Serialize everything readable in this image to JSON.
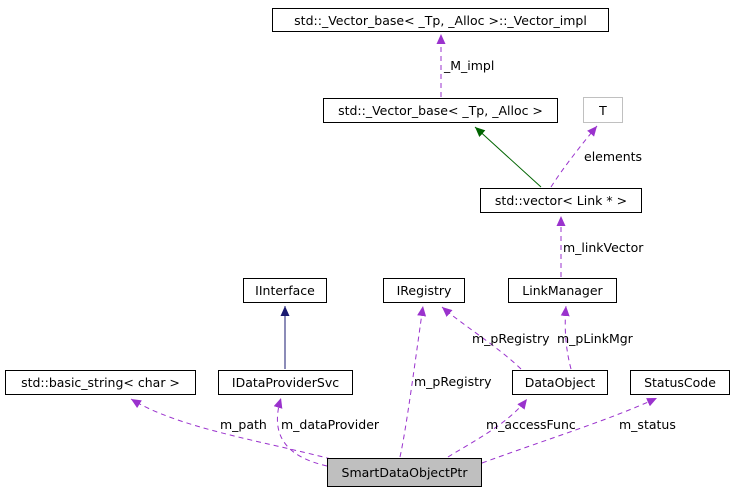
{
  "diagram": {
    "type": "collaboration-graph",
    "current_class": "SmartDataObjectPtr",
    "colors": {
      "member_edge": "#9a32cd",
      "template_edge": "#006400",
      "inheritance_edge": "#191970",
      "node_border": "#000000",
      "undocumented_node_border": "#c0c0c0",
      "current_node_fill": "#bfbfbf",
      "background": "#ffffff"
    },
    "nodes": [
      {
        "id": "vector-impl",
        "label": "std::_Vector_base< _Tp, _Alloc >::_Vector_impl"
      },
      {
        "id": "vector-base",
        "label": "std::_Vector_base< _Tp, _Alloc >"
      },
      {
        "id": "t",
        "label": "T"
      },
      {
        "id": "vector-link",
        "label": "std::vector< Link * >"
      },
      {
        "id": "iinterface",
        "label": "IInterface"
      },
      {
        "id": "iregistry",
        "label": "IRegistry"
      },
      {
        "id": "linkmanager",
        "label": "LinkManager"
      },
      {
        "id": "basic-string",
        "label": "std::basic_string< char >"
      },
      {
        "id": "idataprovidersvc",
        "label": "IDataProviderSvc"
      },
      {
        "id": "dataobject",
        "label": "DataObject"
      },
      {
        "id": "statuscode",
        "label": "StatusCode"
      },
      {
        "id": "smartdataobjectptr",
        "label": "SmartDataObjectPtr"
      }
    ],
    "edge_labels": [
      {
        "edge": "vector-base-to-vector-impl",
        "text": "_M_impl"
      },
      {
        "edge": "vector-link-to-t",
        "text": "elements"
      },
      {
        "edge": "linkmanager-to-vector-link",
        "text": "m_linkVector"
      },
      {
        "edge": "dataobject-to-iregistry",
        "text": "m_pRegistry"
      },
      {
        "edge": "dataobject-to-linkmanager",
        "text": "m_pLinkMgr"
      },
      {
        "edge": "smart-to-iregistry",
        "text": "m_pRegistry"
      },
      {
        "edge": "smart-to-basic-string",
        "text": "m_path"
      },
      {
        "edge": "smart-to-idataprovidersvc",
        "text": "m_dataProvider"
      },
      {
        "edge": "smart-to-dataobject",
        "text": "m_accessFunc"
      },
      {
        "edge": "smart-to-statuscode",
        "text": "m_status"
      }
    ]
  }
}
